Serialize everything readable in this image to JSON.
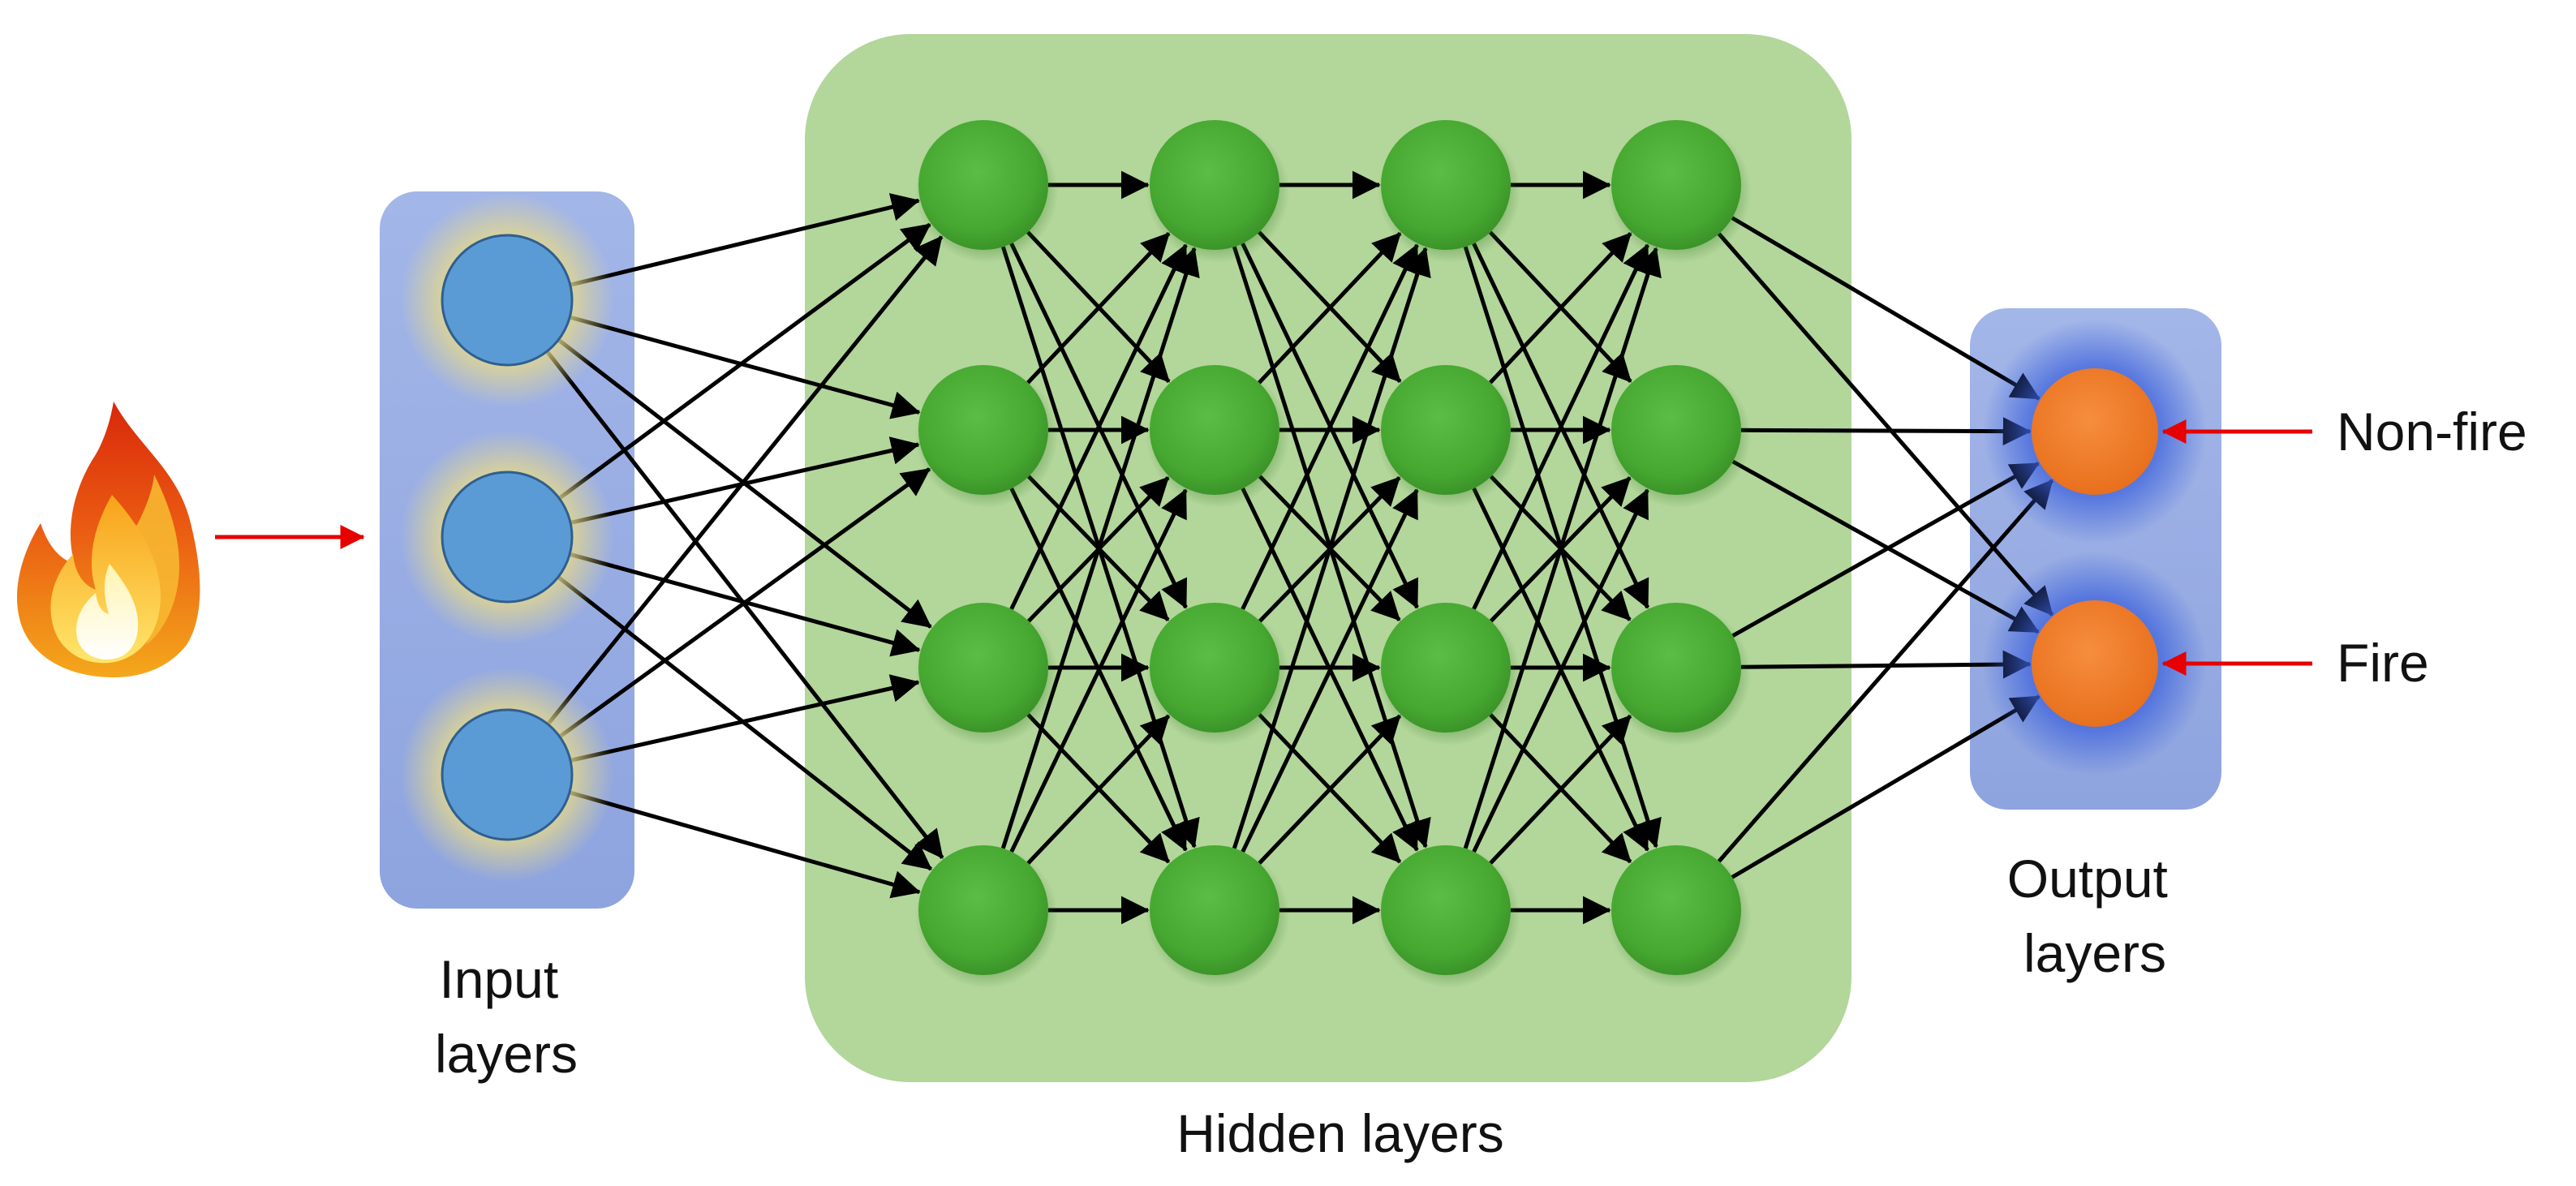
{
  "labels": {
    "input": [
      "Input",
      "layers"
    ],
    "hidden": "Hidden layers",
    "output": [
      "Output",
      "layers"
    ],
    "classes": [
      "Non-fire",
      "Fire"
    ]
  },
  "network": {
    "input_nodes": 3,
    "hidden_layers": 4,
    "hidden_nodes_per_layer": 4,
    "output_nodes": 2
  },
  "icons": {
    "input_source": "fire-icon"
  },
  "colors": {
    "input_node": "#5b9bd5",
    "input_glow": "#e6d98a",
    "input_panel": "#a9b9e6",
    "hidden_node": "#4caf35",
    "hidden_panel": "#a8d08d",
    "output_node": "#f07c2a",
    "output_glow": "#2e59d9",
    "output_panel": "#a9b9e6",
    "edge": "#000000",
    "pointer_arrow": "#e60000"
  }
}
